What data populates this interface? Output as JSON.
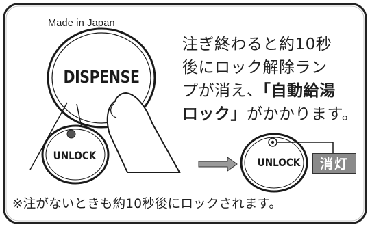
{
  "made_in": "Made in Japan",
  "buttons": {
    "dispense": "DISPENSE",
    "unlock_left": "UNLOCK",
    "unlock_right": "UNLOCK"
  },
  "lamp_off_label": "消灯",
  "instructions": {
    "line1": "注ぎ終わると約10秒",
    "line2": "後にロック解除ラン",
    "line3_prefix": "プが消え、",
    "line3_bold": "「自動給湯",
    "line4_bold": "ロック」",
    "line4_suffix": "がかかります。"
  },
  "note": "※注がないときも約10秒後にロックされます。"
}
